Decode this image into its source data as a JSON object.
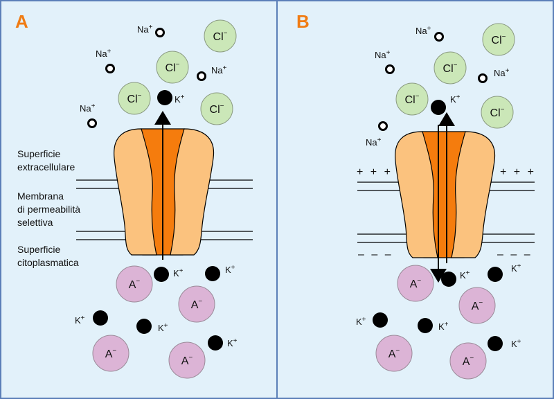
{
  "colors": {
    "background": "#e2f1fa",
    "border": "#5b7fb8",
    "channel_outer": "#fbc27e",
    "channel_inner": "#f57c0d",
    "chloride": "#cbe7b8",
    "anion": "#dcb4d6",
    "letter": "#f07c14"
  },
  "panels": {
    "a": {
      "letter": "A"
    },
    "b": {
      "letter": "B"
    }
  },
  "labels": {
    "extracellular_1": "Superficie",
    "extracellular_2": "extracellulare",
    "membrane_1": "Membrana",
    "membrane_2": "di permeabilità",
    "membrane_3": "selettiva",
    "cytoplasmic_1": "Superficie",
    "cytoplasmic_2": "citoplasmatica"
  },
  "ions": {
    "sodium": {
      "symbol": "Na",
      "charge": "+"
    },
    "potassium": {
      "symbol": "K",
      "charge": "+"
    },
    "chloride": {
      "symbol": "Cl",
      "charge": "−"
    },
    "anion": {
      "symbol": "A",
      "charge": "−"
    }
  },
  "charges": {
    "positive": "+ + +",
    "negative": "– – –"
  },
  "icons": [
    "arrow-up-icon",
    "arrow-down-icon"
  ]
}
